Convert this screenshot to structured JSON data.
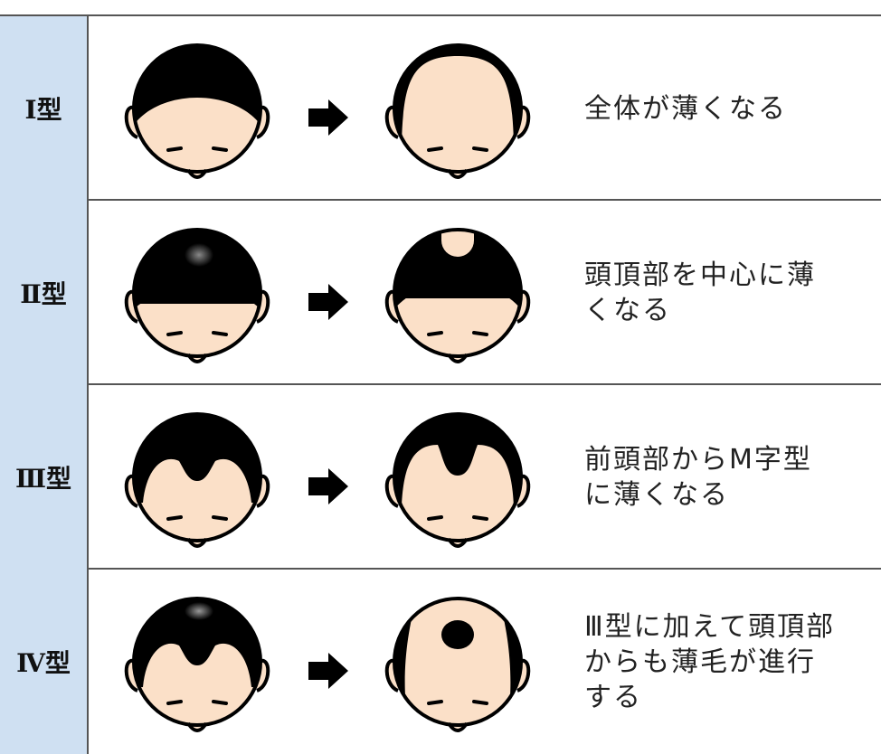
{
  "rows": [
    {
      "type_label": "I型",
      "description": "全体が薄くなる"
    },
    {
      "type_label": "Ⅱ型",
      "description": "頭頂部を中心に薄\nくなる"
    },
    {
      "type_label": "Ⅲ型",
      "description": "前頭部からM字型\nに薄くなる"
    },
    {
      "type_label": "Ⅳ型",
      "description": "Ⅲ型に加えて頭頂部\nからも薄毛が進行\nする"
    }
  ],
  "colors": {
    "label_bg": "#cfe0f2",
    "skin": "#fbe0c8",
    "hair": "#000000",
    "border": "#555555"
  }
}
